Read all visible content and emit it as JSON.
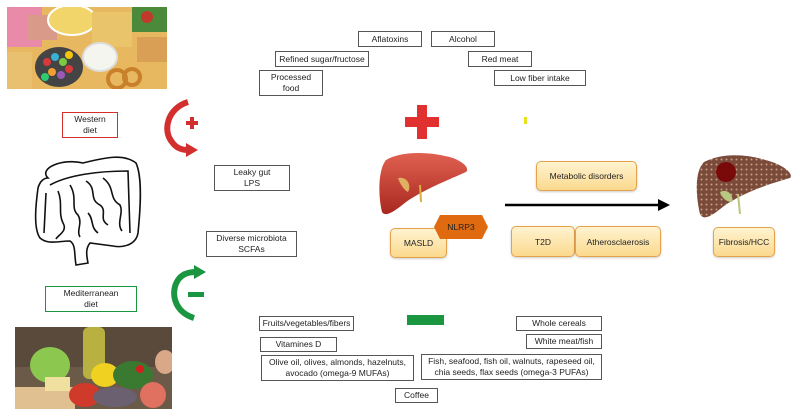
{
  "diets": {
    "western": {
      "label": "Western diet",
      "color": "#d32f2f"
    },
    "mediterranean": {
      "label": "Mediterranean diet",
      "color": "#1a9641"
    }
  },
  "gut_effects": {
    "leaky_gut": "Leaky gut\nLPS",
    "diverse_microbiota": "Diverse microbiota\nSCFAs"
  },
  "harmful_factors": [
    "Aflatoxins",
    "Alcohol",
    "Refined sugar/fructose",
    "Red meat",
    "Processed food",
    "Low fiber intake"
  ],
  "protective_factors": [
    "Fruits/vegetables/fibers",
    "Whole cereals",
    "Vitamines D",
    "White meat/fish",
    "Olive oil, olives, almonds, hazelnuts, avocado (omega-9 MUFAs)",
    "Fish, seafood, fish oil, walnuts, rapeseed oil, chia seeds, flax seeds (omega-3 PUFAs)",
    "Coffee"
  ],
  "liver_states": {
    "masld": "MASLD",
    "nlrp3": "NLRP3",
    "metabolic_disorders": "Metabolic disorders",
    "t2d": "T2D",
    "atherosclerosis": "Atherosclaerosis",
    "fibrosis_hcc": "Fibrosis/HCC"
  },
  "symbols": {
    "plus": "+",
    "minus": "−"
  }
}
